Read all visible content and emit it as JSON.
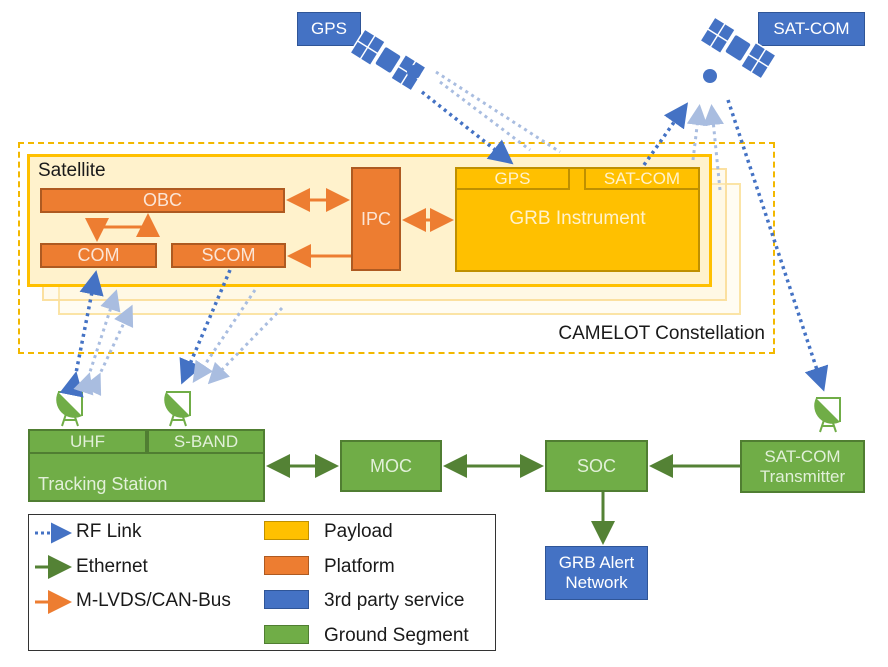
{
  "third_party": {
    "gps": "GPS",
    "satcom": "SAT-COM",
    "alert_network": "GRB Alert Network"
  },
  "constellation": {
    "label": "CAMELOT Constellation",
    "satellite_label": "Satellite",
    "platform": {
      "obc": "OBC",
      "com": "COM",
      "scom": "SCOM",
      "ipc": "IPC"
    },
    "payload": {
      "instrument": "GRB Instrument",
      "gps": "GPS",
      "satcom": "SAT-COM"
    }
  },
  "ground": {
    "tracking_station": "Tracking Station",
    "uhf": "UHF",
    "sband": "S-BAND",
    "moc": "MOC",
    "soc": "SOC",
    "satcom_tx_line1": "SAT-COM",
    "satcom_tx_line2": "Transmitter"
  },
  "legend": {
    "links": [
      {
        "label": "RF Link",
        "style": "dotted",
        "color": "#4472c4"
      },
      {
        "label": "Ethernet",
        "style": "solid",
        "color": "#548235"
      },
      {
        "label": "M-LVDS/CAN-Bus",
        "style": "solid",
        "color": "#ed7d31"
      }
    ],
    "categories": [
      {
        "label": "Payload",
        "color": "#ffc000"
      },
      {
        "label": "Platform",
        "color": "#ed7d31"
      },
      {
        "label": "3rd party service",
        "color": "#4472c4"
      },
      {
        "label": "Ground Segment",
        "color": "#70ad47"
      }
    ]
  },
  "colors": {
    "payload": "#ffc000",
    "platform": "#ed7d31",
    "third_party": "#4472c4",
    "ground": "#70ad47",
    "ethernet": "#548235",
    "rf": "#4472c4",
    "constellation_border": "#f2b800"
  }
}
